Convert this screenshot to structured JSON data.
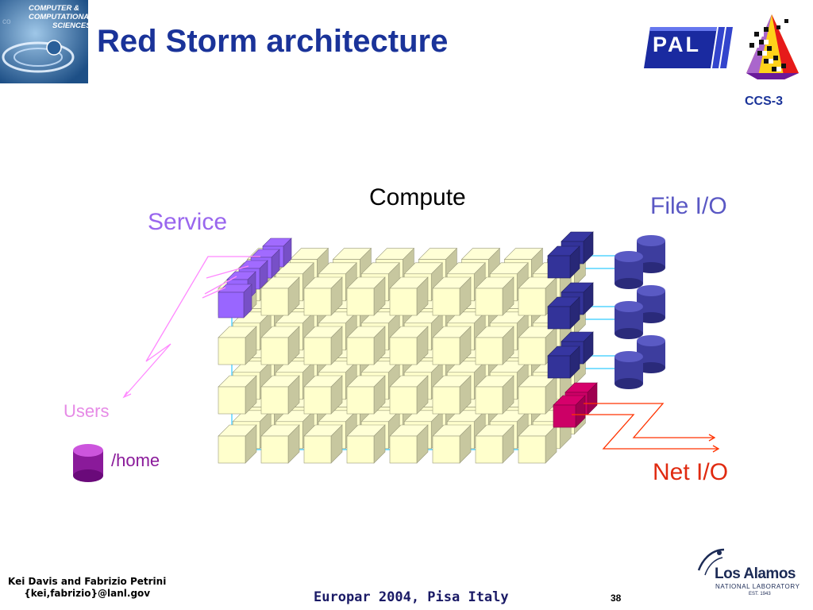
{
  "slide": {
    "title": "Red Storm architecture",
    "section_code": "CCS-3",
    "labels": {
      "compute": "Compute",
      "service": "Service",
      "file_io": "File I/O",
      "users": "Users",
      "home": "/home",
      "net_io": "Net I/O"
    },
    "footer": {
      "authors_line1": "Kei Davis and Fabrizio Petrini",
      "authors_line2": "{kei,fabrizio}@lanl.gov",
      "conference": "Europar 2004, Pisa Italy",
      "page": "38"
    }
  },
  "logos": {
    "ccs": {
      "line1": "COMPUTER &",
      "line2": "COMPUTATIONAL",
      "line3": "SCIENCES",
      "icon": "ccs-globe-icon"
    },
    "pal": {
      "text": "PAL",
      "icon": "pal-logo-icon"
    },
    "pyramid": {
      "icon": "checkered-pyramid-icon"
    },
    "lanl": {
      "name": "Los Alamos",
      "sub": "NATIONAL LABORATORY",
      "est": "EST. 1943",
      "icon": "lanl-swoosh-icon"
    }
  },
  "colors": {
    "title": "#1a3399",
    "compute_node": "#ffffcc",
    "service_node": "#9966ff",
    "io_node": "#333399",
    "net_node": "#cc0066",
    "link": "#33ccff",
    "users_path": "#ff88ff",
    "net_path": "#ff3300"
  }
}
